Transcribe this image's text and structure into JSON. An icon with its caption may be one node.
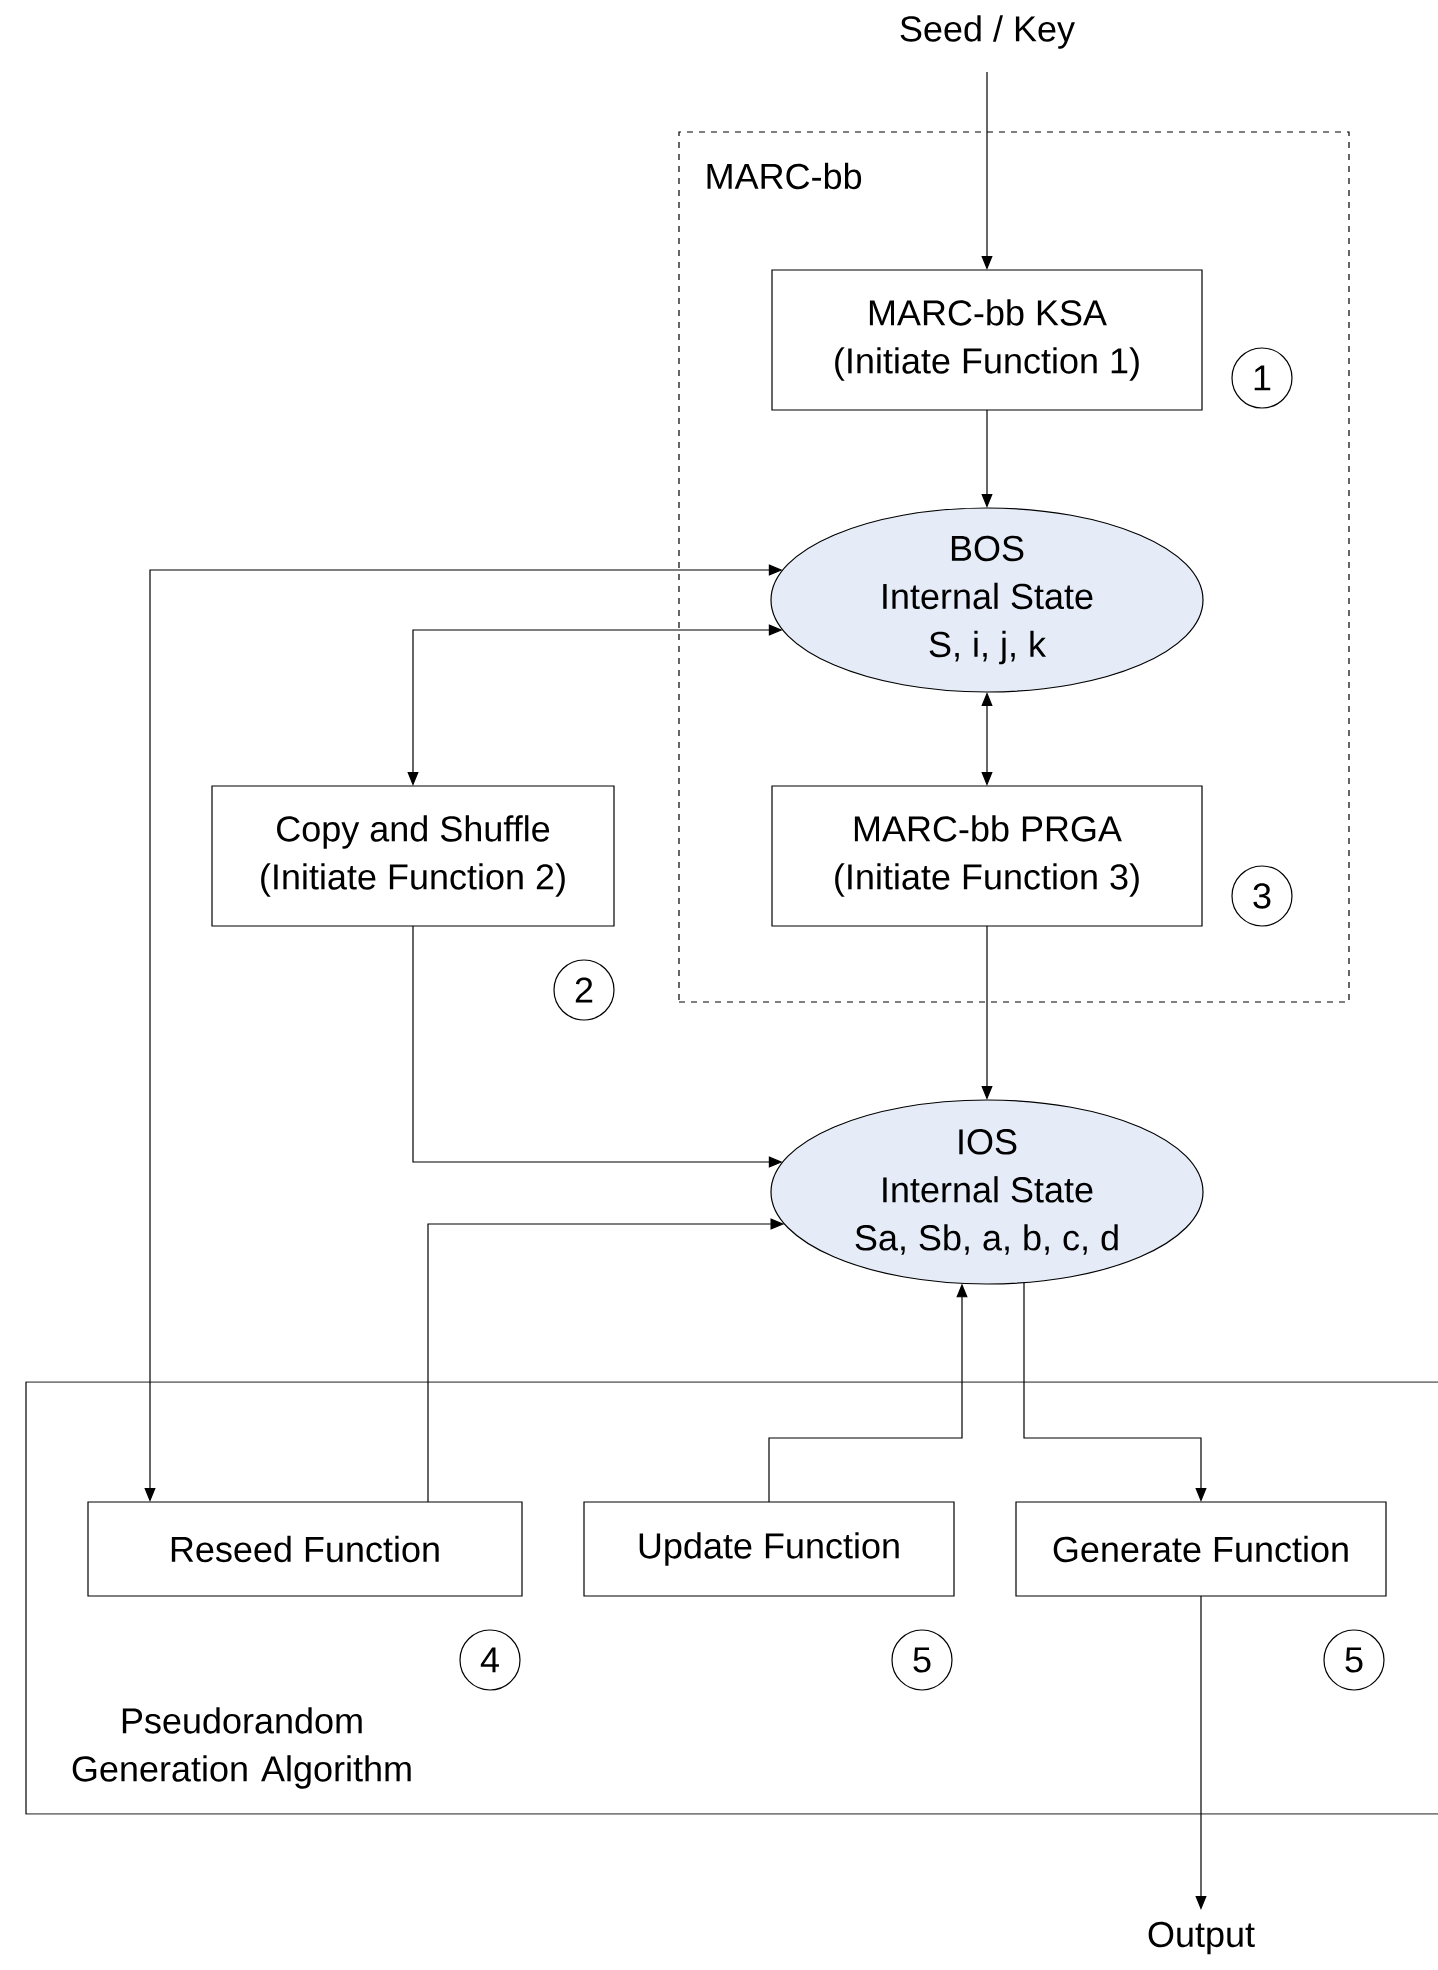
{
  "diagram": {
    "nodes": [
      {
        "text": [
          "MARC-bb"
        ]
      },
      {
        "text": [
          "MARC-bb KSA",
          "(Initiate Function 1)"
        ],
        "in": 0,
        "beside": [
          "1"
        ]
      },
      {
        "text": [
          "BOS",
          "Internal State",
          "S, i, j, k"
        ],
        "in": 0
      },
      {
        "text": [
          "Copy and Shuffle",
          "(Initiate Function 2)"
        ],
        "beside": [
          "2"
        ]
      },
      {
        "text": [
          "MARC-bb PRGA",
          "(Initiate Function 3)"
        ],
        "in": 0,
        "beside": [
          "3"
        ]
      },
      {
        "text": [
          "IOS",
          "Internal State",
          "Sa, Sb, a, b, c, d"
        ]
      },
      {
        "text": [
          "Pseudorandom Generation Algorithm"
        ]
      },
      {
        "text": [
          "Reseed Function"
        ],
        "in": 6,
        "beside": [
          "4"
        ]
      },
      {
        "text": [
          "Update Function"
        ],
        "in": 6,
        "beside": [
          "5"
        ]
      },
      {
        "text": [
          "Generate Function"
        ],
        "in": 6,
        "beside": [
          "5"
        ]
      },
      {
        "text": [
          "Seed / Key"
        ]
      },
      {
        "text": [
          "Output"
        ]
      }
    ],
    "edges": [
      {
        "from": 10,
        "to": 1,
        "arrow": "to"
      },
      {
        "from": 1,
        "to": 2,
        "arrow": "to"
      },
      {
        "from": 2,
        "to": 3,
        "arrow": "both"
      },
      {
        "from": 2,
        "to": 7,
        "arrow": "both"
      },
      {
        "from": 4,
        "to": 2,
        "arrow": "both"
      },
      {
        "from": 4,
        "to": 5,
        "arrow": "to"
      },
      {
        "from": 3,
        "to": 5,
        "arrow": "to"
      },
      {
        "from": 7,
        "to": 5,
        "arrow": "to"
      },
      {
        "from": 8,
        "to": 5,
        "arrow": "to"
      },
      {
        "from": 5,
        "to": 9,
        "arrow": "to"
      },
      {
        "from": 9,
        "to": 11,
        "arrow": "to"
      }
    ]
  }
}
